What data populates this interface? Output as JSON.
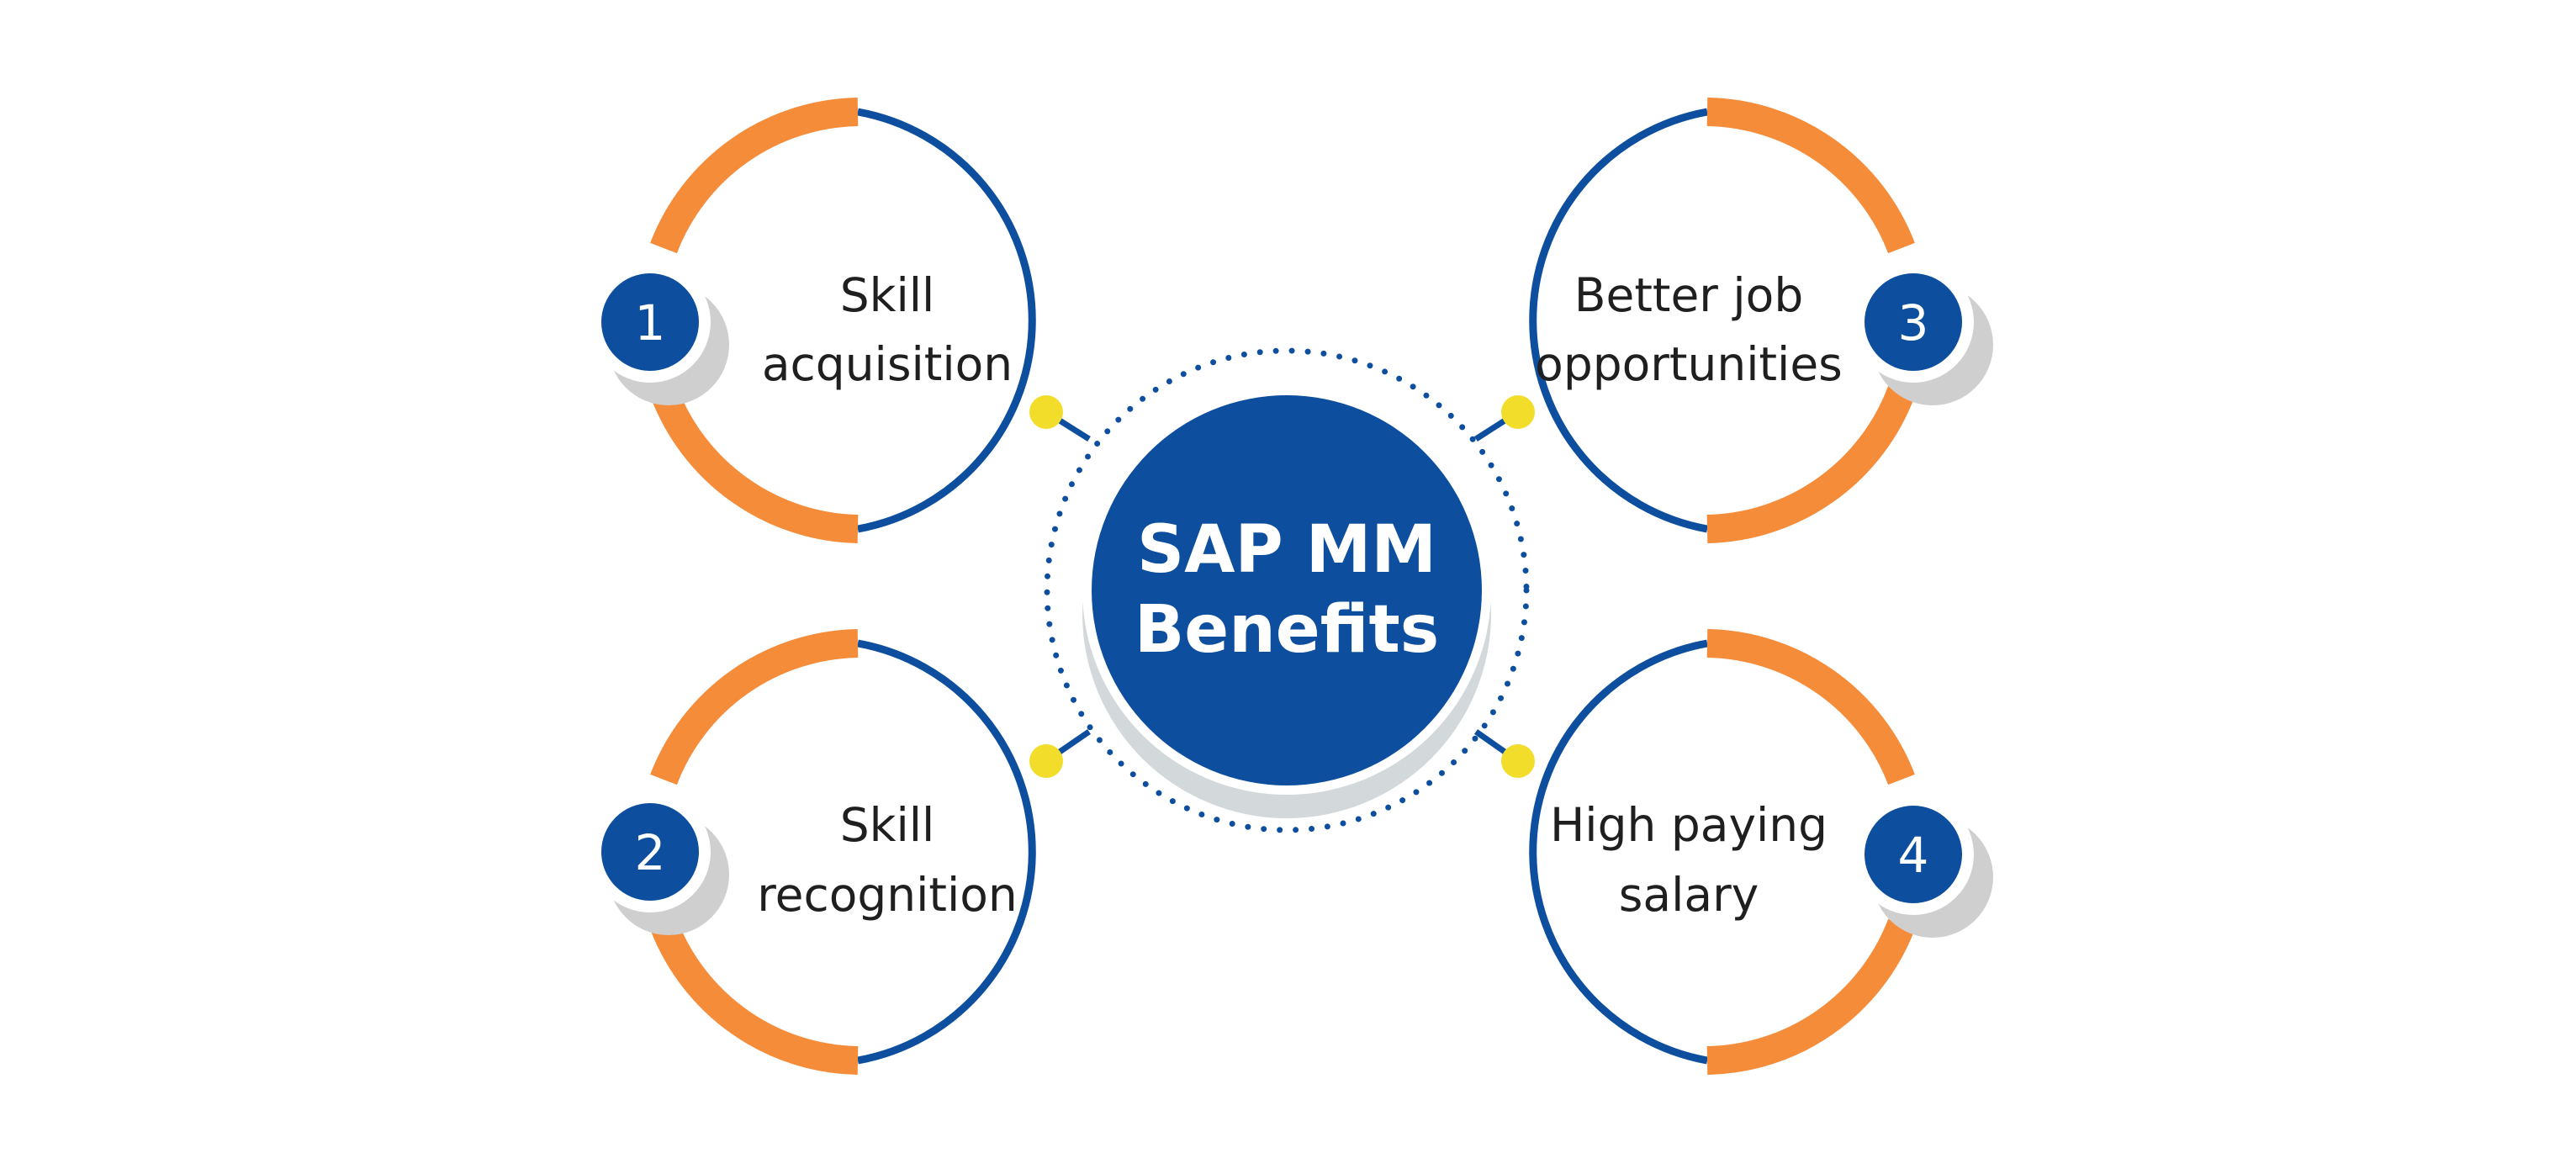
{
  "diagram": {
    "title_line1": "SAP MM",
    "title_line2": "Benefits",
    "benefits": [
      {
        "number": "1",
        "line1": "Skill",
        "line2": "acquisition"
      },
      {
        "number": "2",
        "line1": "Skill",
        "line2": "recognition"
      },
      {
        "number": "3",
        "line1": "Better job",
        "line2": "opportunities"
      },
      {
        "number": "4",
        "line1": "High paying",
        "line2": "salary"
      }
    ]
  },
  "colors": {
    "blue": "#0d4f9e",
    "orange": "#f58c3a",
    "yellow": "#f2dd2b",
    "shadow": "#d3d8da",
    "text": "#1f1f1f",
    "background": "#ffffff"
  },
  "icons": {
    "connector_dot": "yellow-dot",
    "number_badge": "blue-circle-badge"
  }
}
